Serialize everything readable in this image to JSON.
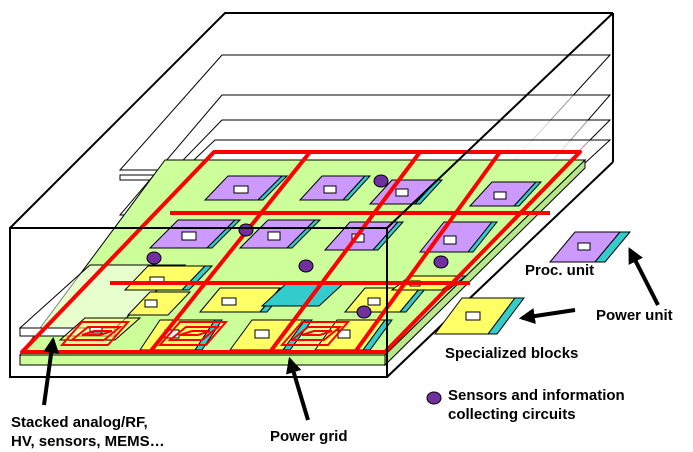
{
  "labels": {
    "proc_unit": "Proc. unit",
    "power_unit": "Power unit",
    "specialized_blocks": "Specialized blocks",
    "sensors_line1": "Sensors and information",
    "sensors_line2": "collecting circuits",
    "power_grid": "Power grid",
    "stacked_line1": "Stacked analog/RF,",
    "stacked_line2": "HV, sensors, MEMS…"
  },
  "colors": {
    "substrate": "#ccff99",
    "proc_unit": "#cc99ff",
    "power_unit": "#33cccc",
    "specialized_block": "#ffff66",
    "sensor": "#7030a0",
    "power_grid": "#ff0000",
    "outline": "#000000"
  }
}
